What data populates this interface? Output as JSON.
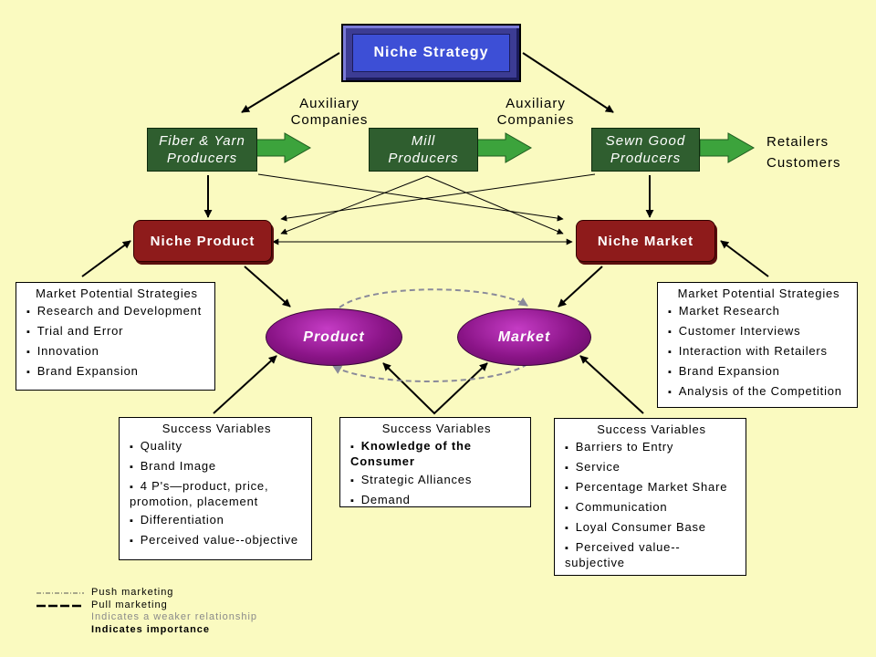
{
  "niche_strategy": {
    "label": "Niche Strategy"
  },
  "auxiliary": [
    {
      "line1": "Auxiliary",
      "line2": "Companies"
    },
    {
      "line1": "Auxiliary",
      "line2": "Companies"
    }
  ],
  "producers": [
    {
      "line1": "Fiber & Yarn",
      "line2": "Producers"
    },
    {
      "line1": "Mill",
      "line2": "Producers"
    },
    {
      "line1": "Sewn Good",
      "line2": "Producers"
    }
  ],
  "end_points": {
    "retailers": "Retailers",
    "customers": "Customers"
  },
  "niche_product": {
    "label": "Niche Product"
  },
  "niche_market": {
    "label": "Niche Market"
  },
  "ovals": {
    "product": "Product",
    "market": "Market"
  },
  "left_strategies": {
    "title": "Market Potential Strategies",
    "items": [
      "Research and Development",
      "Trial and Error",
      "Innovation",
      "Brand Expansion"
    ]
  },
  "right_strategies": {
    "title": "Market Potential Strategies",
    "items": [
      "Market Research",
      "Customer Interviews",
      "Interaction with Retailers",
      "Brand Expansion",
      "Analysis of the Competition"
    ]
  },
  "success_left": {
    "title": "Success Variables",
    "items": [
      "Quality",
      "Brand Image",
      "4 P's—product, price, promotion, placement",
      "Differentiation",
      "Perceived value--objective"
    ]
  },
  "success_center": {
    "title": "Success Variables",
    "items": [
      "Knowledge of the Consumer",
      "Strategic Alliances",
      "Demand"
    ]
  },
  "success_right": {
    "title": "Success Variables",
    "items": [
      "Barriers to Entry",
      "Service",
      "Percentage Market Share",
      "Communication",
      "Loyal Consumer Base",
      "Perceived value--subjective"
    ]
  },
  "legend": {
    "push": "Push marketing",
    "pull": "Pull marketing",
    "weaker": "Indicates a weaker relationship",
    "importance": "Indicates importance"
  },
  "colors": {
    "background": "#FAFAC0",
    "strategy_box": "#3D4FD6",
    "producer_green": "#2F5E2F",
    "arrow_green": "#3CA33C",
    "niche_red": "#8E1B1B",
    "oval_purple": "#8A1487",
    "dashed_arrow": "#8A8A9A"
  }
}
